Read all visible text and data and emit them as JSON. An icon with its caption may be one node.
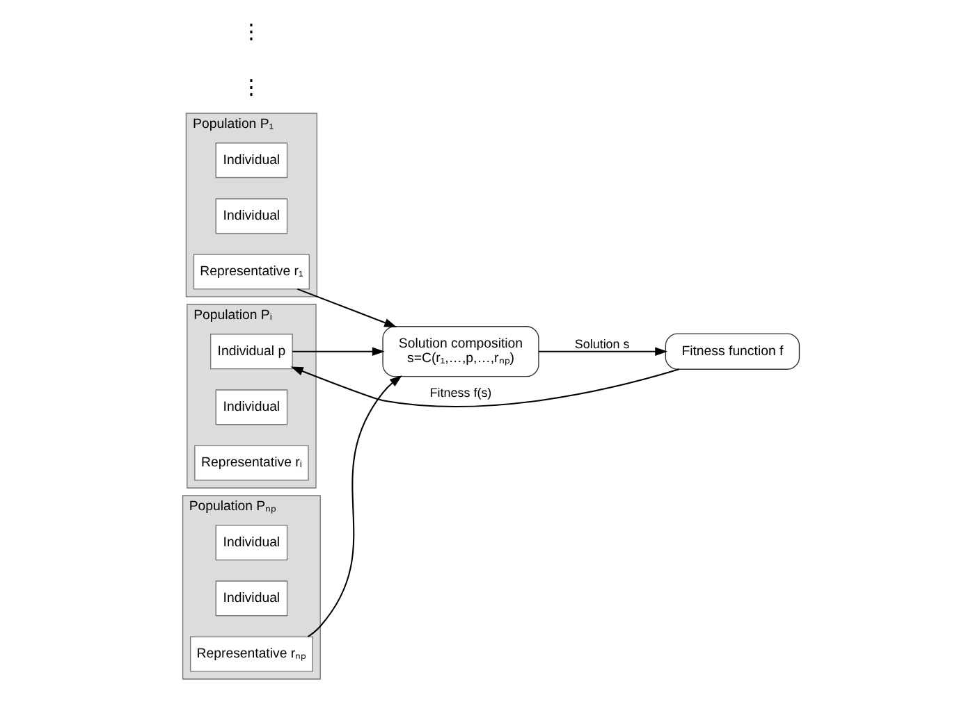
{
  "diagram": {
    "nodes": [
      {
        "text": [
          "Population P₁"
        ]
      },
      {
        "text": [
          "Individual"
        ],
        "in": 0
      },
      {
        "text": [
          "Individual"
        ],
        "in": 0
      },
      {
        "text": [
          "Representative r₁"
        ],
        "in": 0
      },
      {
        "text": [
          "Population Pᵢ"
        ]
      },
      {
        "text": [
          "Individual p"
        ],
        "in": 4
      },
      {
        "text": [
          "Individual"
        ],
        "in": 4
      },
      {
        "text": [
          "Representative rᵢ"
        ],
        "in": 4
      },
      {
        "text": [
          "Population Pₙₚ"
        ]
      },
      {
        "text": [
          "Individual"
        ],
        "in": 8
      },
      {
        "text": [
          "Individual"
        ],
        "in": 8
      },
      {
        "text": [
          "Representative rₙₚ"
        ],
        "in": 8
      },
      {
        "text": [
          "Solution composition",
          "s=C(r₁,…,p,…,rₙₚ)"
        ]
      },
      {
        "text": [
          "Fitness function f"
        ]
      }
    ],
    "edges": [
      {
        "from": 3,
        "to": 12,
        "arrow": "to"
      },
      {
        "from": 5,
        "to": 12,
        "arrow": "to"
      },
      {
        "from": 11,
        "to": 12,
        "arrow": "to"
      },
      {
        "from": 12,
        "to": 13,
        "arrow": "to",
        "label": "Solution s"
      },
      {
        "from": 13,
        "to": 5,
        "arrow": "to",
        "label": "Fitness f(s)"
      }
    ],
    "labels": [
      "⋮",
      "⋮"
    ]
  }
}
